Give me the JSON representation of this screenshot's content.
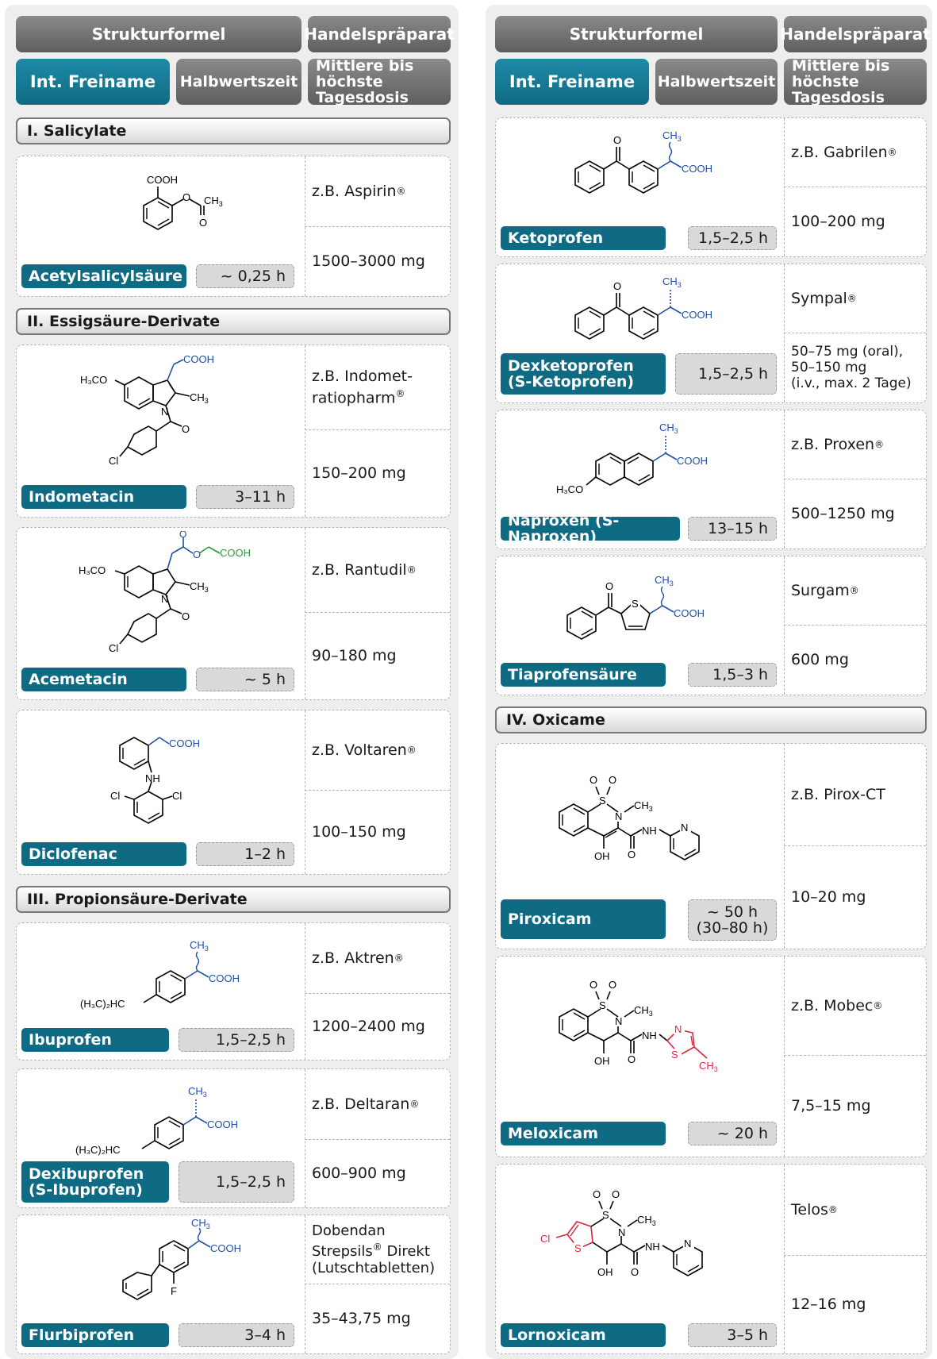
{
  "header": {
    "strukturformel": "Strukturformel",
    "handelspraeparat": "Handelspräparat",
    "int_freiname": "Int. Freiname",
    "halbwertszeit": "Halbwertszeit",
    "dosis_line1": "Mittlere bis",
    "dosis_line2": "höchste Tagesdosis"
  },
  "sections": {
    "salicylate": "I. Salicylate",
    "essigsaeure": "II. Essigsäure-Derivate",
    "propionsaeure": "III. Propionsäure-Derivate",
    "oxicame": "IV. Oxicame"
  },
  "drugs": {
    "asa": {
      "name": "Acetylsalicylsäure",
      "hwz": "~ 0,25 h",
      "praeparat": "z.B. Aspirin",
      "dosis": "1500–3000 mg"
    },
    "indometacin": {
      "name": "Indometacin",
      "hwz": "3–11 h",
      "praeparat_l1": "z.B. Indomet-",
      "praeparat_l2": "ratiopharm",
      "dosis": "150–200 mg"
    },
    "acemetacin": {
      "name": "Acemetacin",
      "hwz": "~ 5 h",
      "praeparat": "z.B. Rantudil",
      "dosis": "90–180 mg"
    },
    "diclofenac": {
      "name": "Diclofenac",
      "hwz": "1–2 h",
      "praeparat": "z.B. Voltaren",
      "dosis": "100–150 mg"
    },
    "ibuprofen": {
      "name": "Ibuprofen",
      "hwz": "1,5–2,5 h",
      "praeparat": "z.B. Aktren",
      "dosis": "1200–2400 mg"
    },
    "dexibuprofen": {
      "name_l1": "Dexibuprofen",
      "name_l2": "(S-Ibuprofen)",
      "hwz": "1,5–2,5 h",
      "praeparat": "z.B. Deltaran",
      "dosis": "600–900 mg"
    },
    "flurbiprofen": {
      "name": "Flurbiprofen",
      "hwz": "3–4 h",
      "praeparat_l1": "Dobendan",
      "praeparat_l2a": "Strepsils",
      "praeparat_l2b": " Direkt",
      "praeparat_l3": "(Lutschtabletten)",
      "dosis": "35–43,75 mg"
    },
    "ketoprofen": {
      "name": "Ketoprofen",
      "hwz": "1,5–2,5 h",
      "praeparat": "z.B. Gabrilen",
      "dosis": "100–200 mg"
    },
    "dexketoprofen": {
      "name_l1": "Dexketoprofen",
      "name_l2": "(S-Ketoprofen)",
      "hwz": "1,5–2,5 h",
      "praeparat": "Sympal",
      "dosis_l1": "50–75 mg (oral),",
      "dosis_l2": "50–150 mg",
      "dosis_l3": "(i.v., max. 2 Tage)"
    },
    "naproxen": {
      "name": "Naproxen (S-Naproxen)",
      "hwz": "13–15 h",
      "praeparat": "z.B. Proxen",
      "dosis": "500–1250 mg"
    },
    "tiaprofen": {
      "name": "Tiaprofensäure",
      "hwz": "1,5–3 h",
      "praeparat": "Surgam",
      "dosis": "600 mg"
    },
    "piroxicam": {
      "name": "Piroxicam",
      "hwz_l1": "~ 50 h",
      "hwz_l2": "(30–80 h)",
      "praeparat": "z.B. Pirox-CT",
      "dosis": "10–20 mg"
    },
    "meloxicam": {
      "name": "Meloxicam",
      "hwz": "~ 20 h",
      "praeparat": "z.B. Mobec",
      "dosis": "7,5–15 mg"
    },
    "lornoxicam": {
      "name": "Lornoxicam",
      "hwz": "3–5 h",
      "praeparat": "Telos",
      "dosis": "12–16 mg"
    }
  },
  "registered": "®",
  "chem": {
    "cooh": "COOH",
    "ch3": "CH",
    "sub3": "3",
    "o": "O",
    "n": "N",
    "nh": "NH",
    "oh": "OH",
    "s": "S",
    "cl": "Cl",
    "f": "F",
    "h3co": "H₃CO",
    "h3c2hc": "(H₃C)₂HC"
  },
  "colors": {
    "teal": "#0f6b84",
    "blue": "#1f4fa0",
    "green": "#2c9a3c",
    "red": "#d62a3a"
  }
}
